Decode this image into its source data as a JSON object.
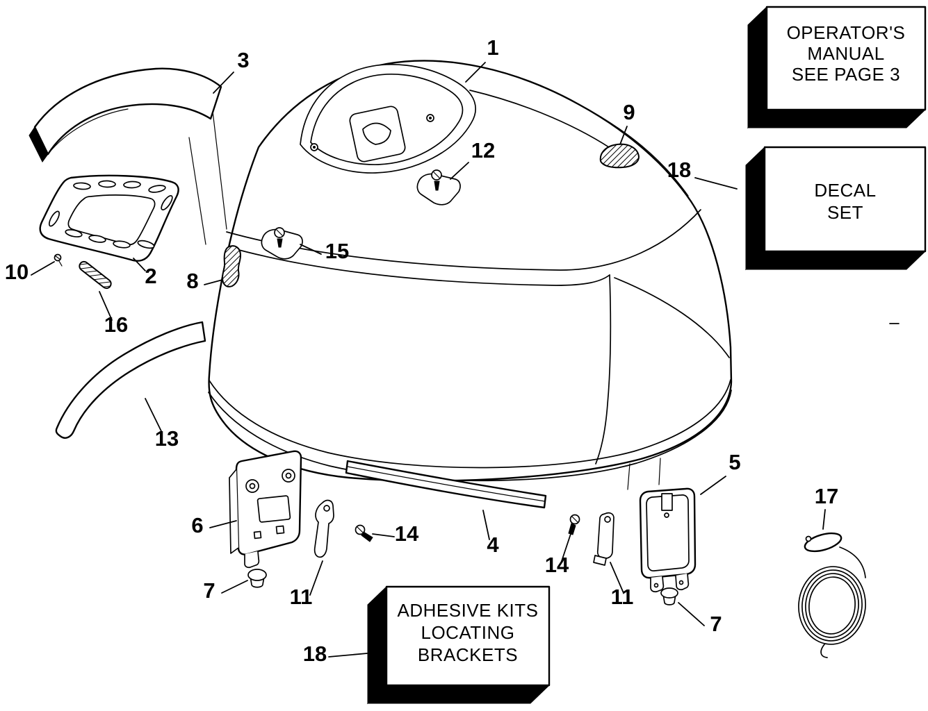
{
  "page": {
    "paper_color": "#ffffff",
    "ink_color": "#000000"
  },
  "boxes": {
    "operators_manual": {
      "line1": "OPERATOR'S",
      "line2": "MANUAL",
      "line3": "SEE PAGE 3"
    },
    "decal_set": {
      "line1": "DECAL",
      "line2": "SET"
    },
    "adhesive_kits": {
      "line1": "ADHESIVE KITS",
      "line2": "LOCATING",
      "line3": "BRACKETS"
    }
  },
  "callouts": {
    "c1": "1",
    "c2": "2",
    "c3": "3",
    "c4": "4",
    "c5": "5",
    "c6": "6",
    "c7a": "7",
    "c7b": "7",
    "c8": "8",
    "c9": "9",
    "c10": "10",
    "c11a": "11",
    "c11b": "11",
    "c12": "12",
    "c13": "13",
    "c14a": "14",
    "c14b": "14",
    "c15": "15",
    "c16": "16",
    "c17": "17",
    "c18a": "18",
    "c18b": "18"
  }
}
